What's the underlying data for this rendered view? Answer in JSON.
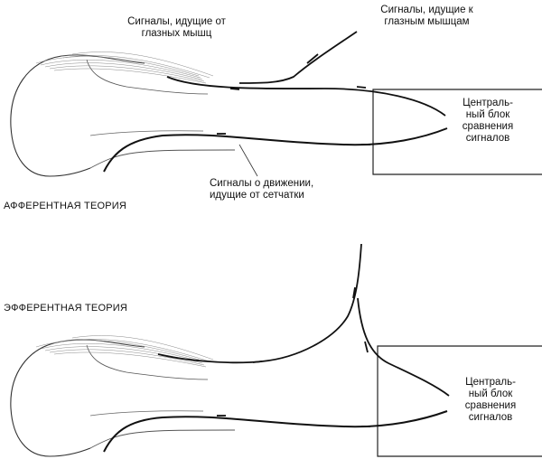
{
  "afferent": {
    "title": "АФФЕРЕНТНАЯ ТЕОРИЯ",
    "label_signals_from_muscles": "Сигналы, идущие от\nглазных мышц",
    "label_signals_to_muscles": "Сигналы, идущие к\nглазным мышцам",
    "label_retina_signals": "Сигналы о движении,\nидущие от сетчатки",
    "comparator_text": "Централь-\nный блок\nсравнения\nсигналов"
  },
  "efferent": {
    "title": "ЭФФЕРЕНТНАЯ ТЕОРИЯ",
    "comparator_text": "Централь-\nный блок\nсравнения\nсигналов"
  }
}
